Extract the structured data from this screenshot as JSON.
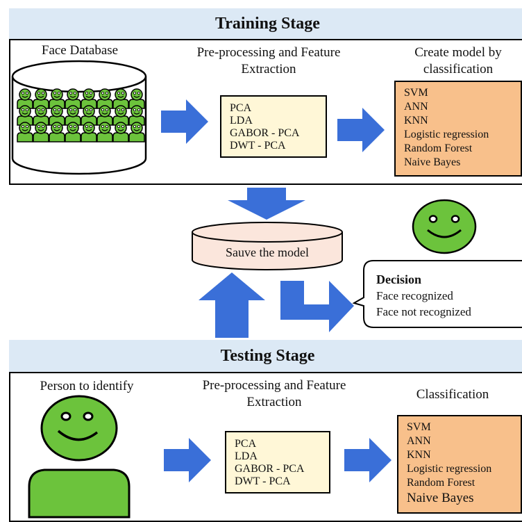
{
  "training": {
    "title": "Training Stage",
    "face_db_label": "Face Database",
    "preproc_label_line1": "Pre-processing and Feature",
    "preproc_label_line2": "Extraction",
    "create_model_line1": "Create model by",
    "create_model_line2": "classification",
    "features": [
      "PCA",
      "LDA",
      "GABOR - PCA",
      "DWT - PCA"
    ],
    "classifiers": [
      "SVM",
      "ANN",
      "KNN",
      "Logistic regression",
      "Random Forest",
      "Naive Bayes"
    ]
  },
  "middle": {
    "save_model_label": "Sauve the model",
    "decision": {
      "title": "Decision",
      "options": [
        "Face recognized",
        "Face not recognized"
      ]
    }
  },
  "testing": {
    "title": "Testing Stage",
    "person_label": "Person to identify",
    "preproc_label_line1": "Pre-processing and Feature",
    "preproc_label_line2": "Extraction",
    "classification_label": "Classification",
    "features": [
      "PCA",
      "LDA",
      "GABOR - PCA",
      "DWT - PCA"
    ],
    "classifiers": [
      "SVM",
      "ANN",
      "KNN",
      "Logistic regression",
      "Random Forest",
      "Naive Bayes"
    ]
  },
  "colors": {
    "header_bg": "#dce9f5",
    "feature_box_bg": "#fff7d7",
    "classifier_box_bg": "#f8c08b",
    "arrow_blue": "#3a6fd8",
    "face_green": "#6cc33c",
    "cylinder_fill": "#fbe6dc"
  }
}
